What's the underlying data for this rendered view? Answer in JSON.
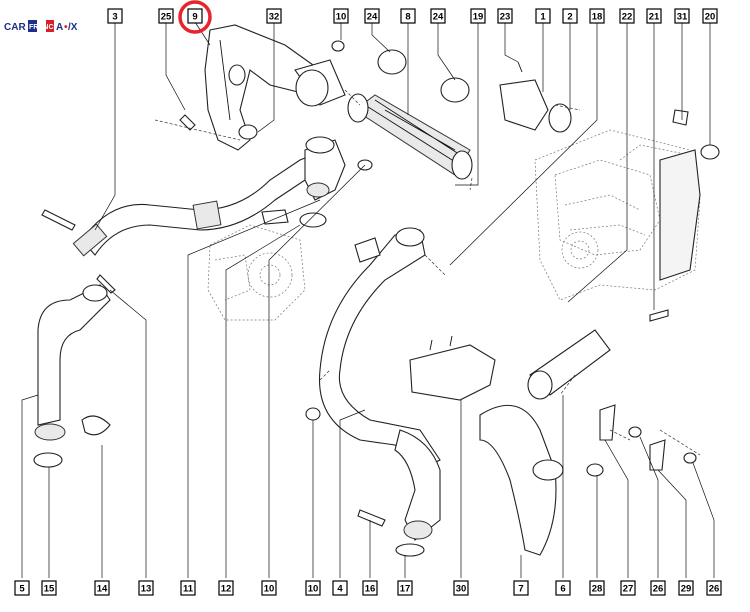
{
  "logo": {
    "text": "CAR FRANCE AUTO",
    "colors": {
      "blue": "#1c2f8a",
      "red": "#d3222a"
    }
  },
  "highlight": {
    "label": "9",
    "ring_color": "#e5242b",
    "fill_color": "#f2e600"
  },
  "top_labels": [
    "3",
    "25",
    "9",
    "32",
    "10",
    "24",
    "8",
    "24",
    "19",
    "23",
    "1",
    "2",
    "18",
    "22",
    "21",
    "31",
    "20"
  ],
  "bottom_labels": [
    "5",
    "15",
    "14",
    "13",
    "11",
    "12",
    "10",
    "10",
    "4",
    "16",
    "17",
    "30",
    "7",
    "6",
    "28",
    "27",
    "26",
    "29",
    "26"
  ]
}
